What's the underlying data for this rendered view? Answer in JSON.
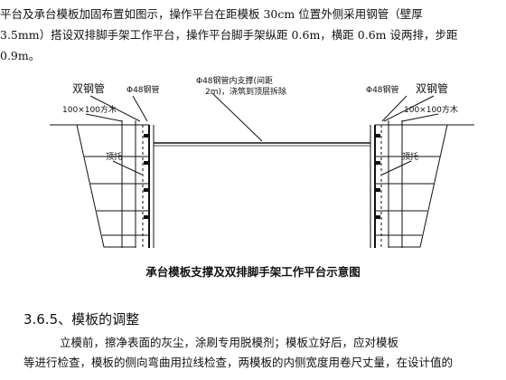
{
  "top_paragraph": {
    "line1": "平台及承台模板加固布置如图示，操作平台在距模板 30cm 位置外侧采用钢管（壁厚",
    "line2": "3.5mm）搭设双排脚手架工作平台，操作平台脚手架纵距 0.6m，横距 0.6m 设两排，步距",
    "line3": "0.9m。"
  },
  "diagram": {
    "left_top_label": "双钢管",
    "left_pipe_label": "Φ48钢管",
    "left_timber_label": "100×100方木",
    "left_jack_label": "顶托",
    "center_label_line1": "Φ48钢管内支撑(间距",
    "center_label_line2": "2m)，浇筑到顶层拆除",
    "right_pipe_label": "Φ48钢管",
    "right_top_label": "双钢管",
    "right_timber_label": "100×100方木",
    "right_jack_label": "顶托"
  },
  "caption": "承台模板支撑及双排脚手架工作平台示意图",
  "section_heading": "3.6.5、模板的调整",
  "bottom_paragraph": {
    "line1": "立模前，擦净表面的灰尘，涂刷专用脱模剂；模板立好后，应对模板",
    "line2": "等进行检查，模板的侧向弯曲用拉线检查，两模板的内侧宽度用卷尺丈量，在设计值的"
  }
}
